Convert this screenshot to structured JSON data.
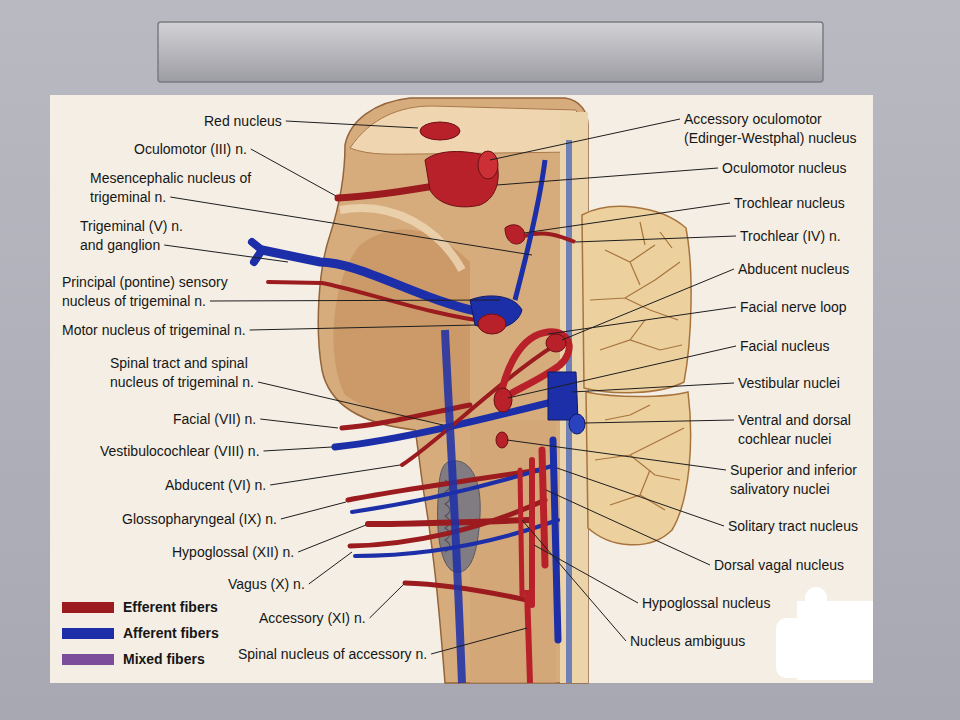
{
  "diagram": {
    "labels": [
      "Red nucleus",
      "Oculomotor (III) n.",
      "Mesencephalic nucleus of trigeminal n.",
      "Trigeminal (V) n. and ganglion",
      "Principal (pontine) sensory nucleus of trigeminal n.",
      "Motor nucleus of trigeminal n.",
      "Spinal tract and spinal nucleus of trigeminal n.",
      "Facial (VII) n.",
      "Vestibulocochlear (VIII) n.",
      "Abducent (VI) n.",
      "Glossopharyngeal (IX) n.",
      "Hypoglossal (XII) n.",
      "Vagus (X) n.",
      "Accessory (XI) n.",
      "Spinal nucleus of accessory n.",
      "Accessory oculomotor (Edinger-Westphal) nucleus",
      "Oculomotor nucleus",
      "Trochlear nucleus",
      "Trochlear (IV) n.",
      "Abducent nucleus",
      "Facial nerve loop",
      "Facial nucleus",
      "Vestibular nuclei",
      "Ventral and dorsal cochlear nuclei",
      "Superior and inferior salivatory nuclei",
      "Solitary tract nucleus",
      "Dorsal vagal nucleus",
      "Hypoglossal nucleus",
      "Nucleus ambiguus"
    ],
    "legend": [
      {
        "text": "Efferent fibers",
        "color": "#9b1b1f"
      },
      {
        "text": "Afferent fibers",
        "color": "#1c2fa8"
      },
      {
        "text": "Mixed fibers",
        "color": "#7b4d9a"
      }
    ]
  }
}
